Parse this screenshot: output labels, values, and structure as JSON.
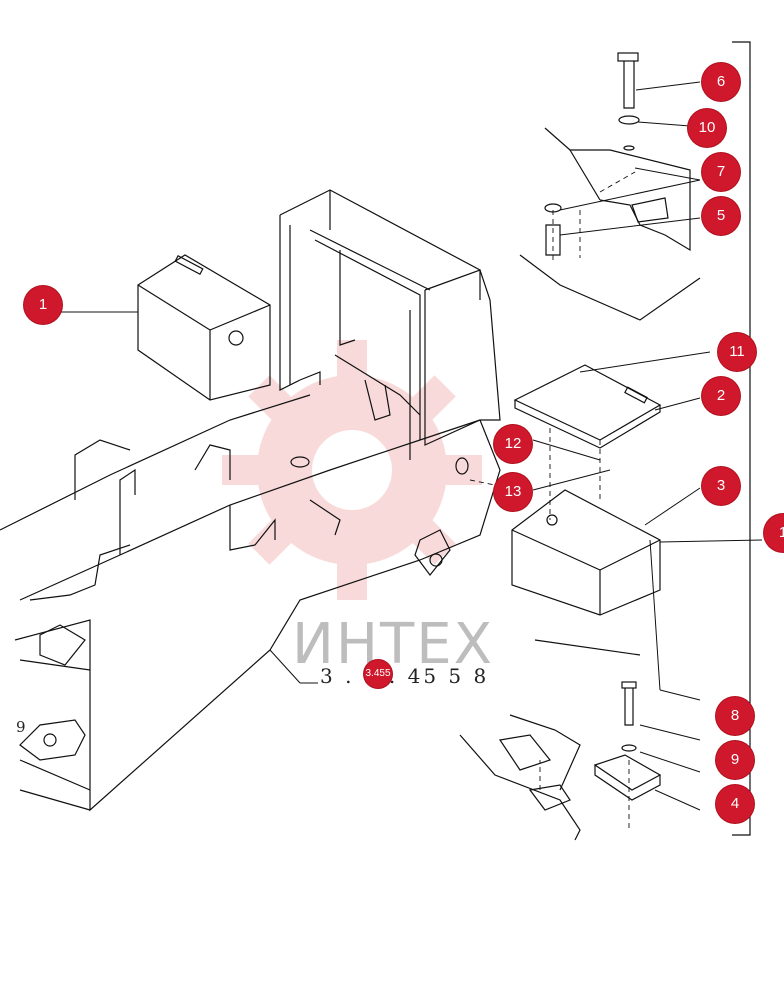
{
  "watermark": {
    "text": "ИНТЕХ",
    "color": "#e85a5a"
  },
  "reference_code": "3 . 3 . 45 5 8",
  "reference_badge": "3.455",
  "edge_label": "9",
  "callout_color": "#d0182c",
  "callouts": {
    "c1": "1",
    "c2": "2",
    "c3": "3",
    "c4": "4",
    "c5": "5",
    "c6": "6",
    "c7": "7",
    "c8": "8",
    "c9": "9",
    "c10": "10",
    "c11": "11",
    "c12": "12",
    "c13": "13",
    "c1b": "1"
  }
}
